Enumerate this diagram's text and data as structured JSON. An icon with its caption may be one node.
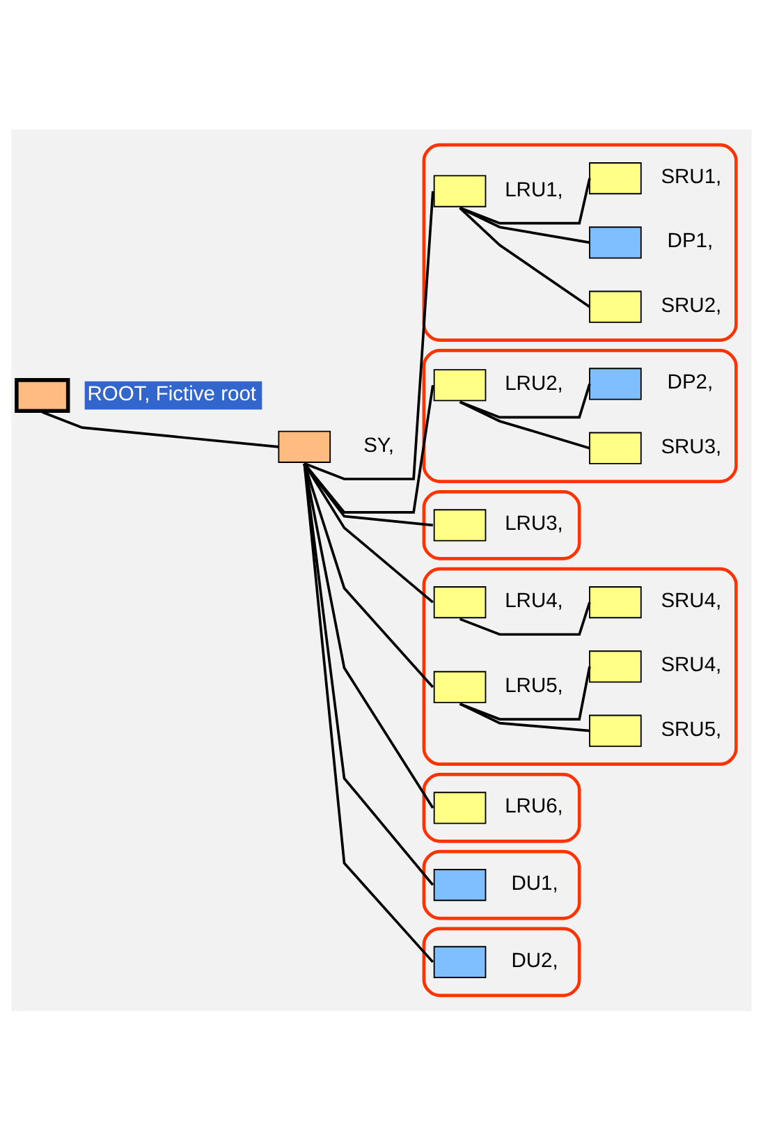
{
  "diagram": {
    "nodes": [
      {
        "text": [],
        "shape": "box",
        "beside": [
          "ROOT, Fictive root"
        ]
      },
      {
        "text": [],
        "shape": "box",
        "beside": [
          "SY,"
        ]
      },
      {
        "text": [],
        "shape": "box"
      },
      {
        "text": [],
        "shape": "box",
        "beside": [
          "LRU1,"
        ],
        "in": 2
      },
      {
        "text": [],
        "shape": "box",
        "beside": [
          "SRU1,"
        ],
        "in": 2
      },
      {
        "text": [],
        "shape": "box",
        "beside": [
          "SRU2,"
        ],
        "in": 2
      },
      {
        "text": [],
        "shape": "box",
        "beside": [
          "DP1,"
        ],
        "in": 2
      },
      {
        "text": [],
        "shape": "box"
      },
      {
        "text": [],
        "shape": "box",
        "beside": [
          "LRU2,"
        ],
        "in": 7
      },
      {
        "text": [],
        "shape": "box",
        "beside": [
          "DP2,"
        ],
        "in": 7
      },
      {
        "text": [],
        "shape": "box",
        "beside": [
          "SRU3,"
        ],
        "in": 7
      },
      {
        "text": [],
        "shape": "box"
      },
      {
        "text": [],
        "shape": "box",
        "beside": [
          "LRU3,"
        ],
        "in": 11
      },
      {
        "text": [],
        "shape": "box"
      },
      {
        "text": [],
        "shape": "box",
        "beside": [
          "LRU4,"
        ],
        "in": 13
      },
      {
        "text": [],
        "shape": "box",
        "beside": [
          "SRU4,"
        ],
        "in": 13
      },
      {
        "text": [],
        "shape": "box",
        "beside": [
          "LRU5,"
        ],
        "in": 13
      },
      {
        "text": [],
        "shape": "box",
        "beside": [
          "SRU4,"
        ],
        "in": 13
      },
      {
        "text": [],
        "shape": "box",
        "beside": [
          "SRU5,"
        ],
        "in": 13
      },
      {
        "text": [],
        "shape": "box"
      },
      {
        "text": [],
        "shape": "box",
        "beside": [
          "LRU6,"
        ],
        "in": 19
      },
      {
        "text": [],
        "shape": "box"
      },
      {
        "text": [],
        "shape": "box",
        "beside": [
          "DU1,"
        ],
        "in": 21
      },
      {
        "text": [],
        "shape": "box"
      },
      {
        "text": [],
        "shape": "box",
        "beside": [
          "DU2,"
        ],
        "in": 23
      }
    ],
    "edges": [
      {
        "from": 0,
        "to": 1,
        "arrow": "none"
      },
      {
        "from": 1,
        "to": 3,
        "arrow": "none"
      },
      {
        "from": 3,
        "to": 4,
        "arrow": "none"
      },
      {
        "from": 3,
        "to": 5,
        "arrow": "none"
      },
      {
        "from": 3,
        "to": 6,
        "arrow": "none"
      },
      {
        "from": 1,
        "to": 8,
        "arrow": "none"
      },
      {
        "from": 8,
        "to": 9,
        "arrow": "none"
      },
      {
        "from": 8,
        "to": 10,
        "arrow": "none"
      },
      {
        "from": 1,
        "to": 12,
        "arrow": "none"
      },
      {
        "from": 1,
        "to": 14,
        "arrow": "none"
      },
      {
        "from": 14,
        "to": 15,
        "arrow": "none"
      },
      {
        "from": 1,
        "to": 16,
        "arrow": "none"
      },
      {
        "from": 16,
        "to": 17,
        "arrow": "none"
      },
      {
        "from": 16,
        "to": 18,
        "arrow": "none"
      },
      {
        "from": 1,
        "to": 20,
        "arrow": "none"
      },
      {
        "from": 1,
        "to": 22,
        "arrow": "none"
      },
      {
        "from": 1,
        "to": 24,
        "arrow": "none"
      }
    ]
  }
}
